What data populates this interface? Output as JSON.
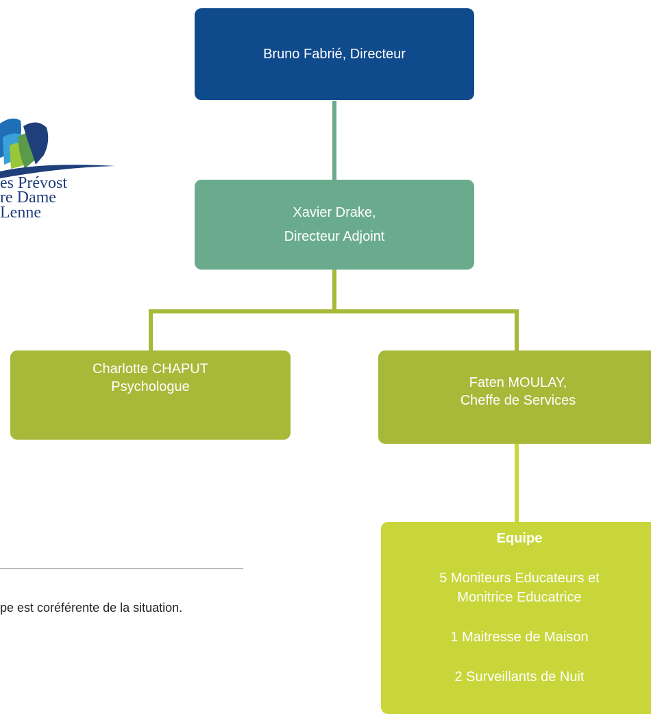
{
  "colors": {
    "director": "#0f4a8c",
    "adjoint": "#6aab8e",
    "level3": "#a8b838",
    "team": "#c8d63a",
    "line_upper": "#6aab8e",
    "line_lower": "#a8b838",
    "team_title": "#ffffff"
  },
  "director": {
    "label": "Bruno Fabrié, Directeur"
  },
  "adjoint": {
    "line1": "Xavier Drake,",
    "line2": "Directeur Adjoint"
  },
  "psychologue": {
    "line1": "Charlotte CHAPUT",
    "line2": "Psychologue"
  },
  "cheffe": {
    "line1": "Faten MOULAY,",
    "line2": "Cheffe de Services"
  },
  "team": {
    "title": "Equipe",
    "item1a": "5 Moniteurs Educateurs et",
    "item1b": "Monitrice Educatrice",
    "item2": "1 Maitresse de Maison",
    "item3": "2 Surveillants de Nuit"
  },
  "logo": {
    "line1": "es Prévost",
    "line2": "re Dame",
    "line3": "Lenne"
  },
  "footnote": {
    "text": "pe est coréférente de la situation."
  }
}
